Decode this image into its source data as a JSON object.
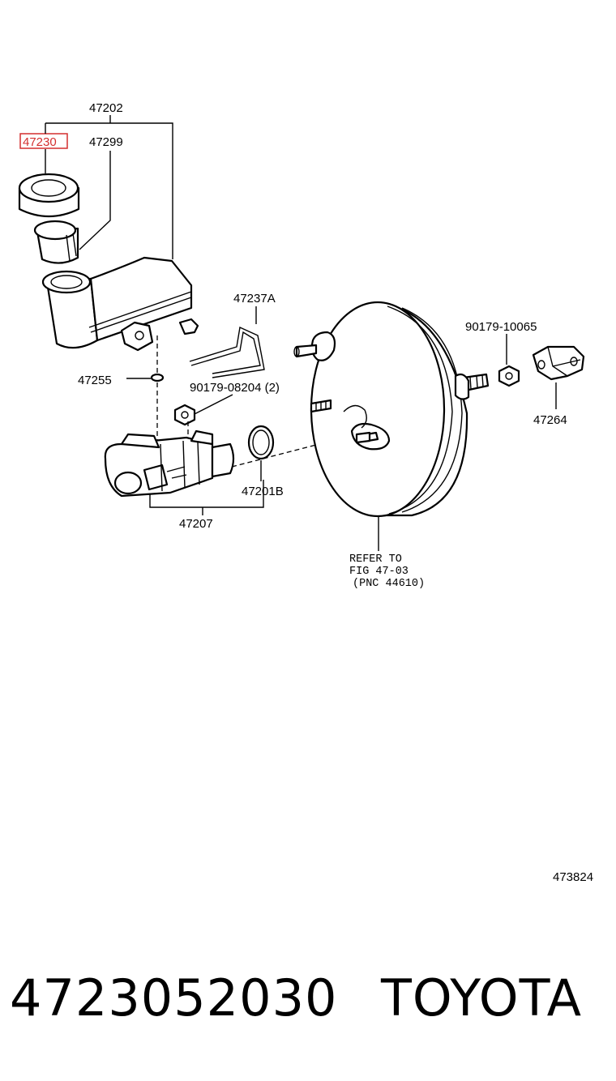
{
  "diagram": {
    "labels": {
      "p47202": "47202",
      "p47230": "47230",
      "p47299": "47299",
      "p47237A": "47237A",
      "p90179_10065": "90179-10065",
      "p47255": "47255",
      "p90179_08204": "90179-08204 (2)",
      "p47264": "47264",
      "p47201B": "47201B",
      "p47207": "47207",
      "ref_line1": "REFER TO",
      "ref_line2": "FIG 47-03",
      "ref_line3": "(PNC 44610)",
      "fig_number": "473824"
    },
    "highlight_color": "#d32f2f"
  },
  "footer": {
    "part_number": "4723052030",
    "brand": "TOYOTA"
  }
}
